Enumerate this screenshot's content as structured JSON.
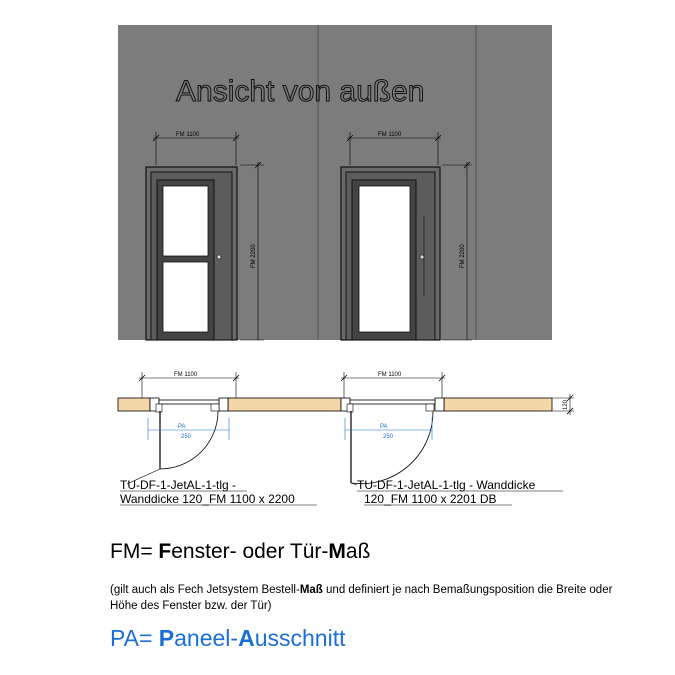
{
  "elevation": {
    "title": "Ansicht von außen",
    "door_left": {
      "width_label": "FM 1100",
      "height_label": "FM 2200"
    },
    "door_right": {
      "width_label": "FM 1100",
      "height_label": "FM 2200"
    }
  },
  "plan": {
    "left": {
      "width_label": "FM 1100",
      "pa_label": "PA",
      "pa_value": "250"
    },
    "right": {
      "width_label": "FM 1100",
      "pa_label": "PA",
      "pa_value": "250"
    },
    "wall_label": "120"
  },
  "captions": {
    "left_line1": "TU-DF-1-JetAL-1-tlg -",
    "left_line2": "Wanddicke 120_FM 1100 x 2200",
    "right_line1": "TU-DF-1-JetAL-1-tlg - Wanddicke",
    "right_line2": "120_FM 1100 x 2201 DB"
  },
  "legend": {
    "fm_lead": "FM= ",
    "fm_f": "F",
    "fm_mid": "enster- oder Tür-",
    "fm_m": "M",
    "fm_end": "aß",
    "note_a": "(gilt auch als Fech Jetsystem Bestell-",
    "note_b": "Maß",
    "note_c": " und definiert je nach Bemaßungsposition die Breite oder Höhe des Fenster bzw. der Tür)",
    "pa_lead": "PA= ",
    "pa_p": "P",
    "pa_mid": "aneel-",
    "pa_a": "A",
    "pa_end": "usschnitt"
  },
  "colors": {
    "facade": "#7c7c7c",
    "wall_plan": "#f4d7a8",
    "pa_blue": "#1a6fd6"
  }
}
